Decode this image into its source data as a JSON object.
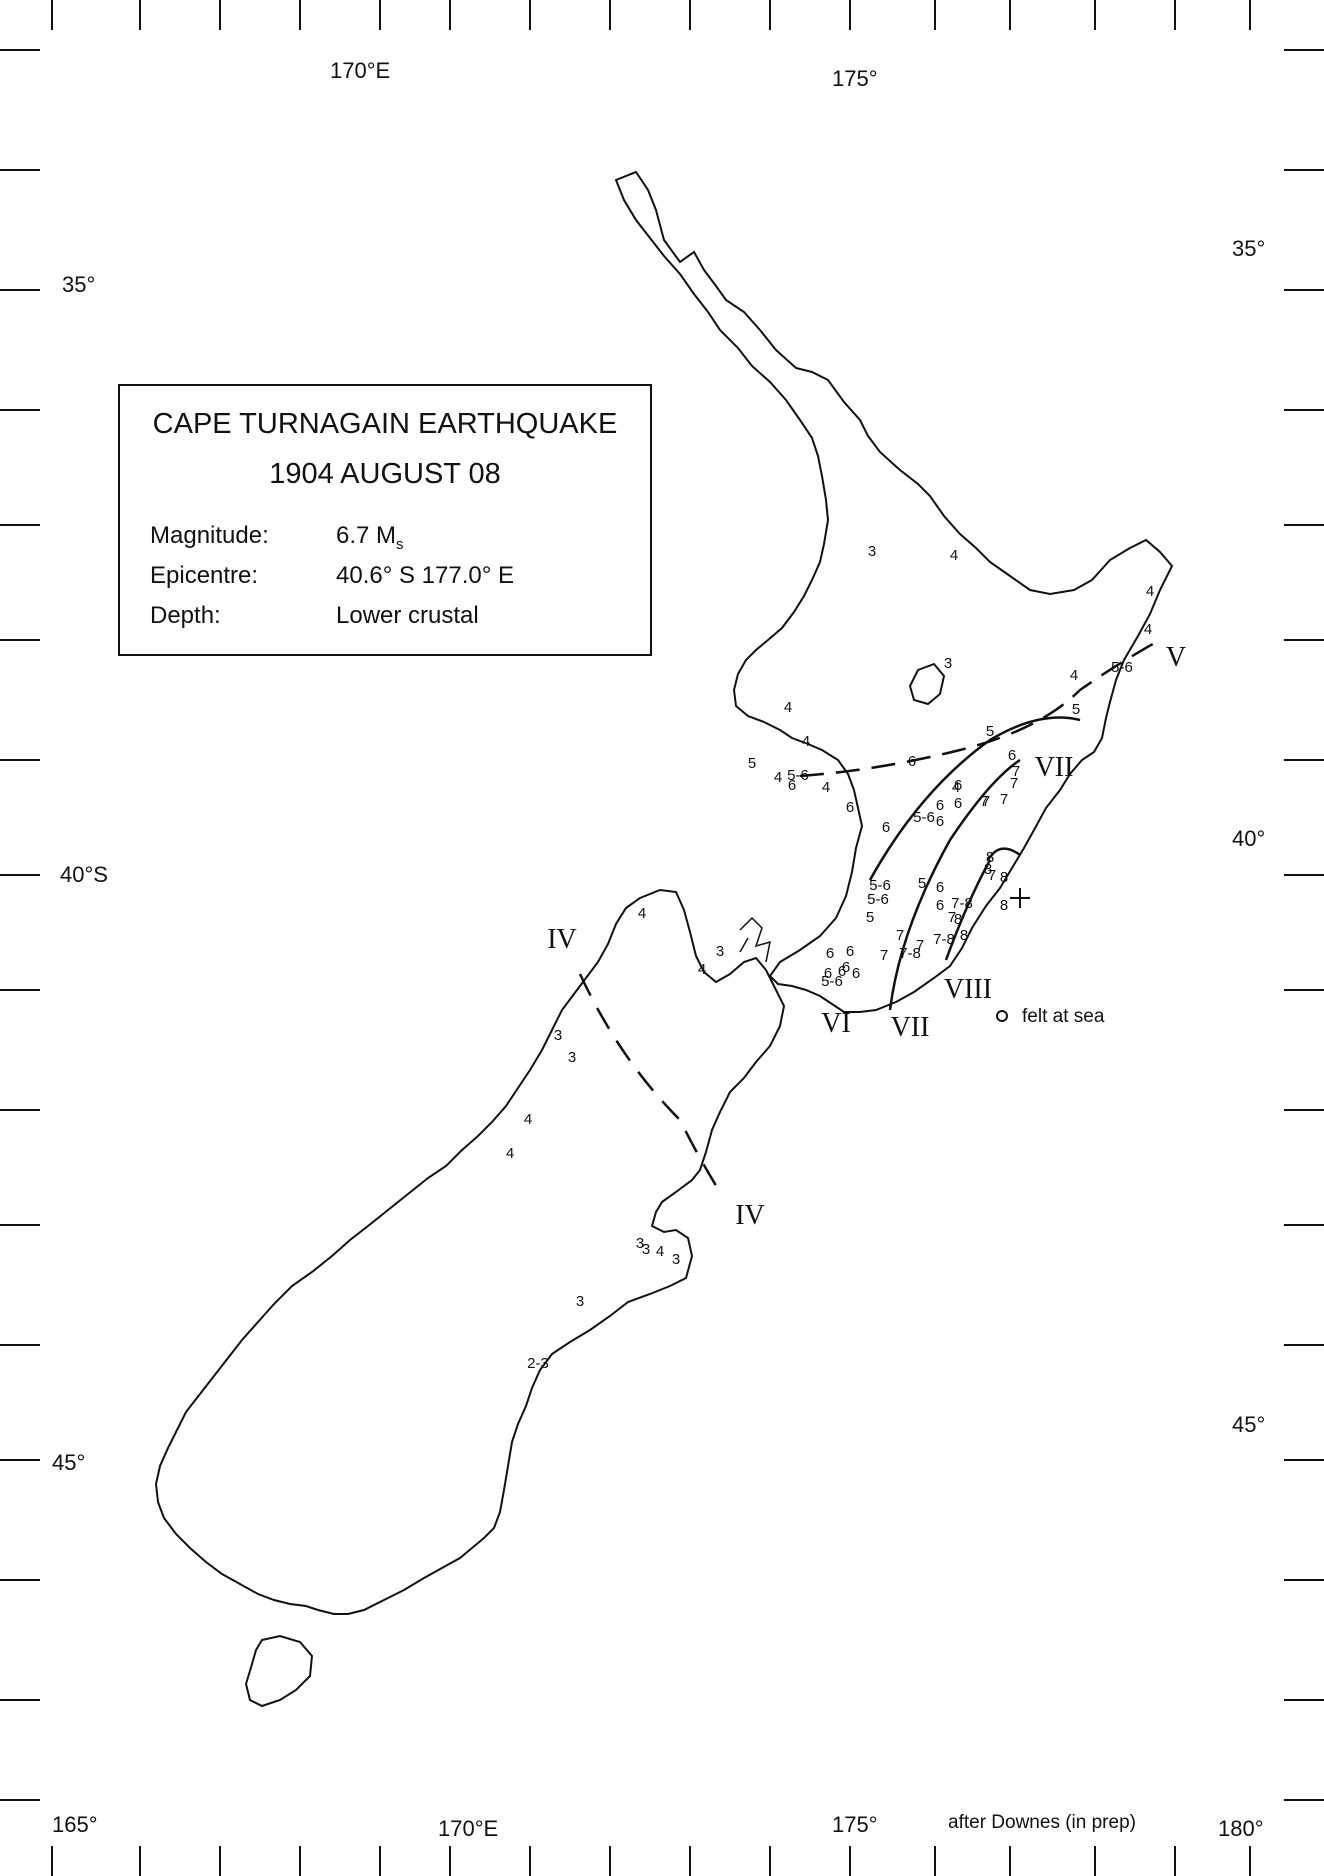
{
  "title_box": {
    "title_line1": "CAPE TURNAGAIN EARTHQUAKE",
    "title_line2": "1904 AUGUST 08",
    "magnitude_label": "Magnitude:",
    "magnitude_value": "6.7 M",
    "magnitude_sub": "s",
    "epicentre_label": "Epicentre:",
    "epicentre_value": "40.6° S 177.0° E",
    "depth_label": "Depth:",
    "depth_value": "Lower crustal"
  },
  "axes": {
    "top_lon": [
      "170°E",
      "175°"
    ],
    "bottom_lon": [
      "165°",
      "170°E",
      "175°",
      "180°"
    ],
    "left_lat": [
      "35°",
      "40°S",
      "45°"
    ],
    "right_lat": [
      "35°",
      "40°",
      "45°"
    ]
  },
  "isoseismals": [
    "IV",
    "IV",
    "V",
    "VI",
    "VII",
    "VII",
    "VIII"
  ],
  "intensity_points": [
    "3",
    "4",
    "4",
    "4",
    "5-6",
    "3",
    "4",
    "4",
    "4",
    "5",
    "5",
    "4",
    "5-6",
    "6",
    "4",
    "6",
    "6",
    "5",
    "6",
    "4",
    "6",
    "5-6",
    "6",
    "6",
    "7",
    "7",
    "7",
    "7",
    "6",
    "6",
    "7",
    "8",
    "8",
    "7",
    "8",
    "5-6",
    "5-6",
    "5",
    "5",
    "6",
    "6",
    "7-8",
    "8",
    "7",
    "8",
    "7",
    "7-8",
    "8",
    "6",
    "6",
    "6",
    "6",
    "7",
    "7-8",
    "7",
    "5-6",
    "6",
    "6",
    "4",
    "3",
    "4",
    "3",
    "3",
    "4",
    "4",
    "3",
    "3",
    "4",
    "3",
    "3",
    "2-3"
  ],
  "legend": {
    "felt_at_sea": "felt at sea",
    "credit": "after Downes (in prep)"
  },
  "colors": {
    "ink": "#111111",
    "paper": "#ffffff"
  }
}
